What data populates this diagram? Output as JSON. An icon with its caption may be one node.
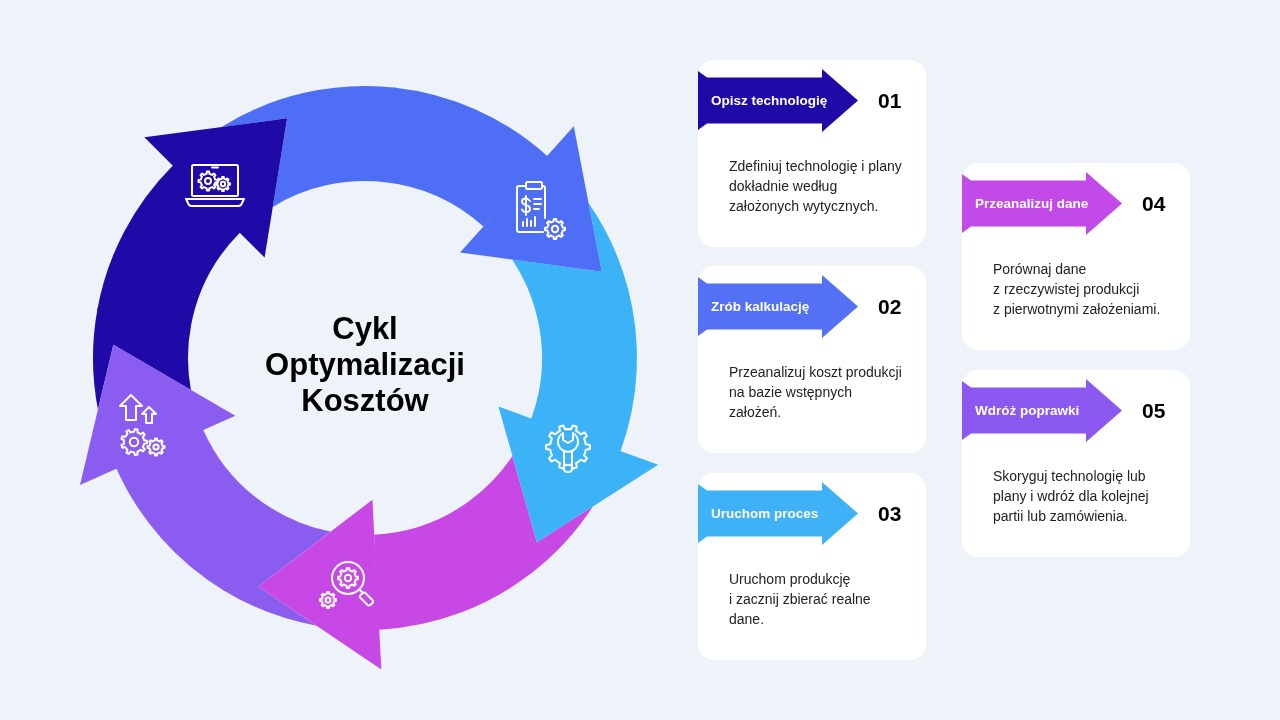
{
  "diagram": {
    "title": "Cykl Optymalizacji Kosztów",
    "nodes": [
      {
        "text": [],
        "shape": "arc"
      },
      {
        "text": [],
        "shape": "arc"
      },
      {
        "text": [],
        "shape": "arc"
      },
      {
        "text": [],
        "shape": "arc"
      },
      {
        "text": [],
        "shape": "arc"
      },
      {
        "text": [
          "01",
          "Zdefiniuj technologię i plany dokładnie według założonych wytycznych."
        ]
      },
      {
        "text": [
          "Opisz technologię"
        ],
        "in": 5
      },
      {
        "text": [
          "02",
          "Przeanalizuj koszt produkcji na bazie wstępnych założeń."
        ]
      },
      {
        "text": [
          "Zrób kalkulację"
        ],
        "in": 7
      },
      {
        "text": [
          "03",
          "Uruchom produkcję i zacznij zbierać realne dane."
        ]
      },
      {
        "text": [
          "Uruchom proces"
        ],
        "in": 9
      },
      {
        "text": [
          "04",
          "Porównaj dane z rzeczywistej produkcji z pierwotnymi założeniami."
        ]
      },
      {
        "text": [
          "Przeanalizuj dane"
        ],
        "in": 11
      },
      {
        "text": [
          "05",
          "Skoryguj technologię lub plany i wdróż dla kolejnej partii lub zamówienia."
        ]
      },
      {
        "text": [
          "Wdróż poprawki"
        ],
        "in": 13
      }
    ],
    "edges": [
      {
        "from": 0,
        "to": 1,
        "arrow": "to",
        "color": "#1f0aa8"
      },
      {
        "from": 1,
        "to": 2,
        "arrow": "to",
        "color": "#4e6ef6"
      },
      {
        "from": 2,
        "to": 3,
        "arrow": "to",
        "color": "#3db3f7"
      },
      {
        "from": 3,
        "to": 4,
        "arrow": "to",
        "color": "#c848e6"
      },
      {
        "from": 4,
        "to": 0,
        "arrow": "to",
        "color": "#8b5cf0"
      }
    ]
  }
}
